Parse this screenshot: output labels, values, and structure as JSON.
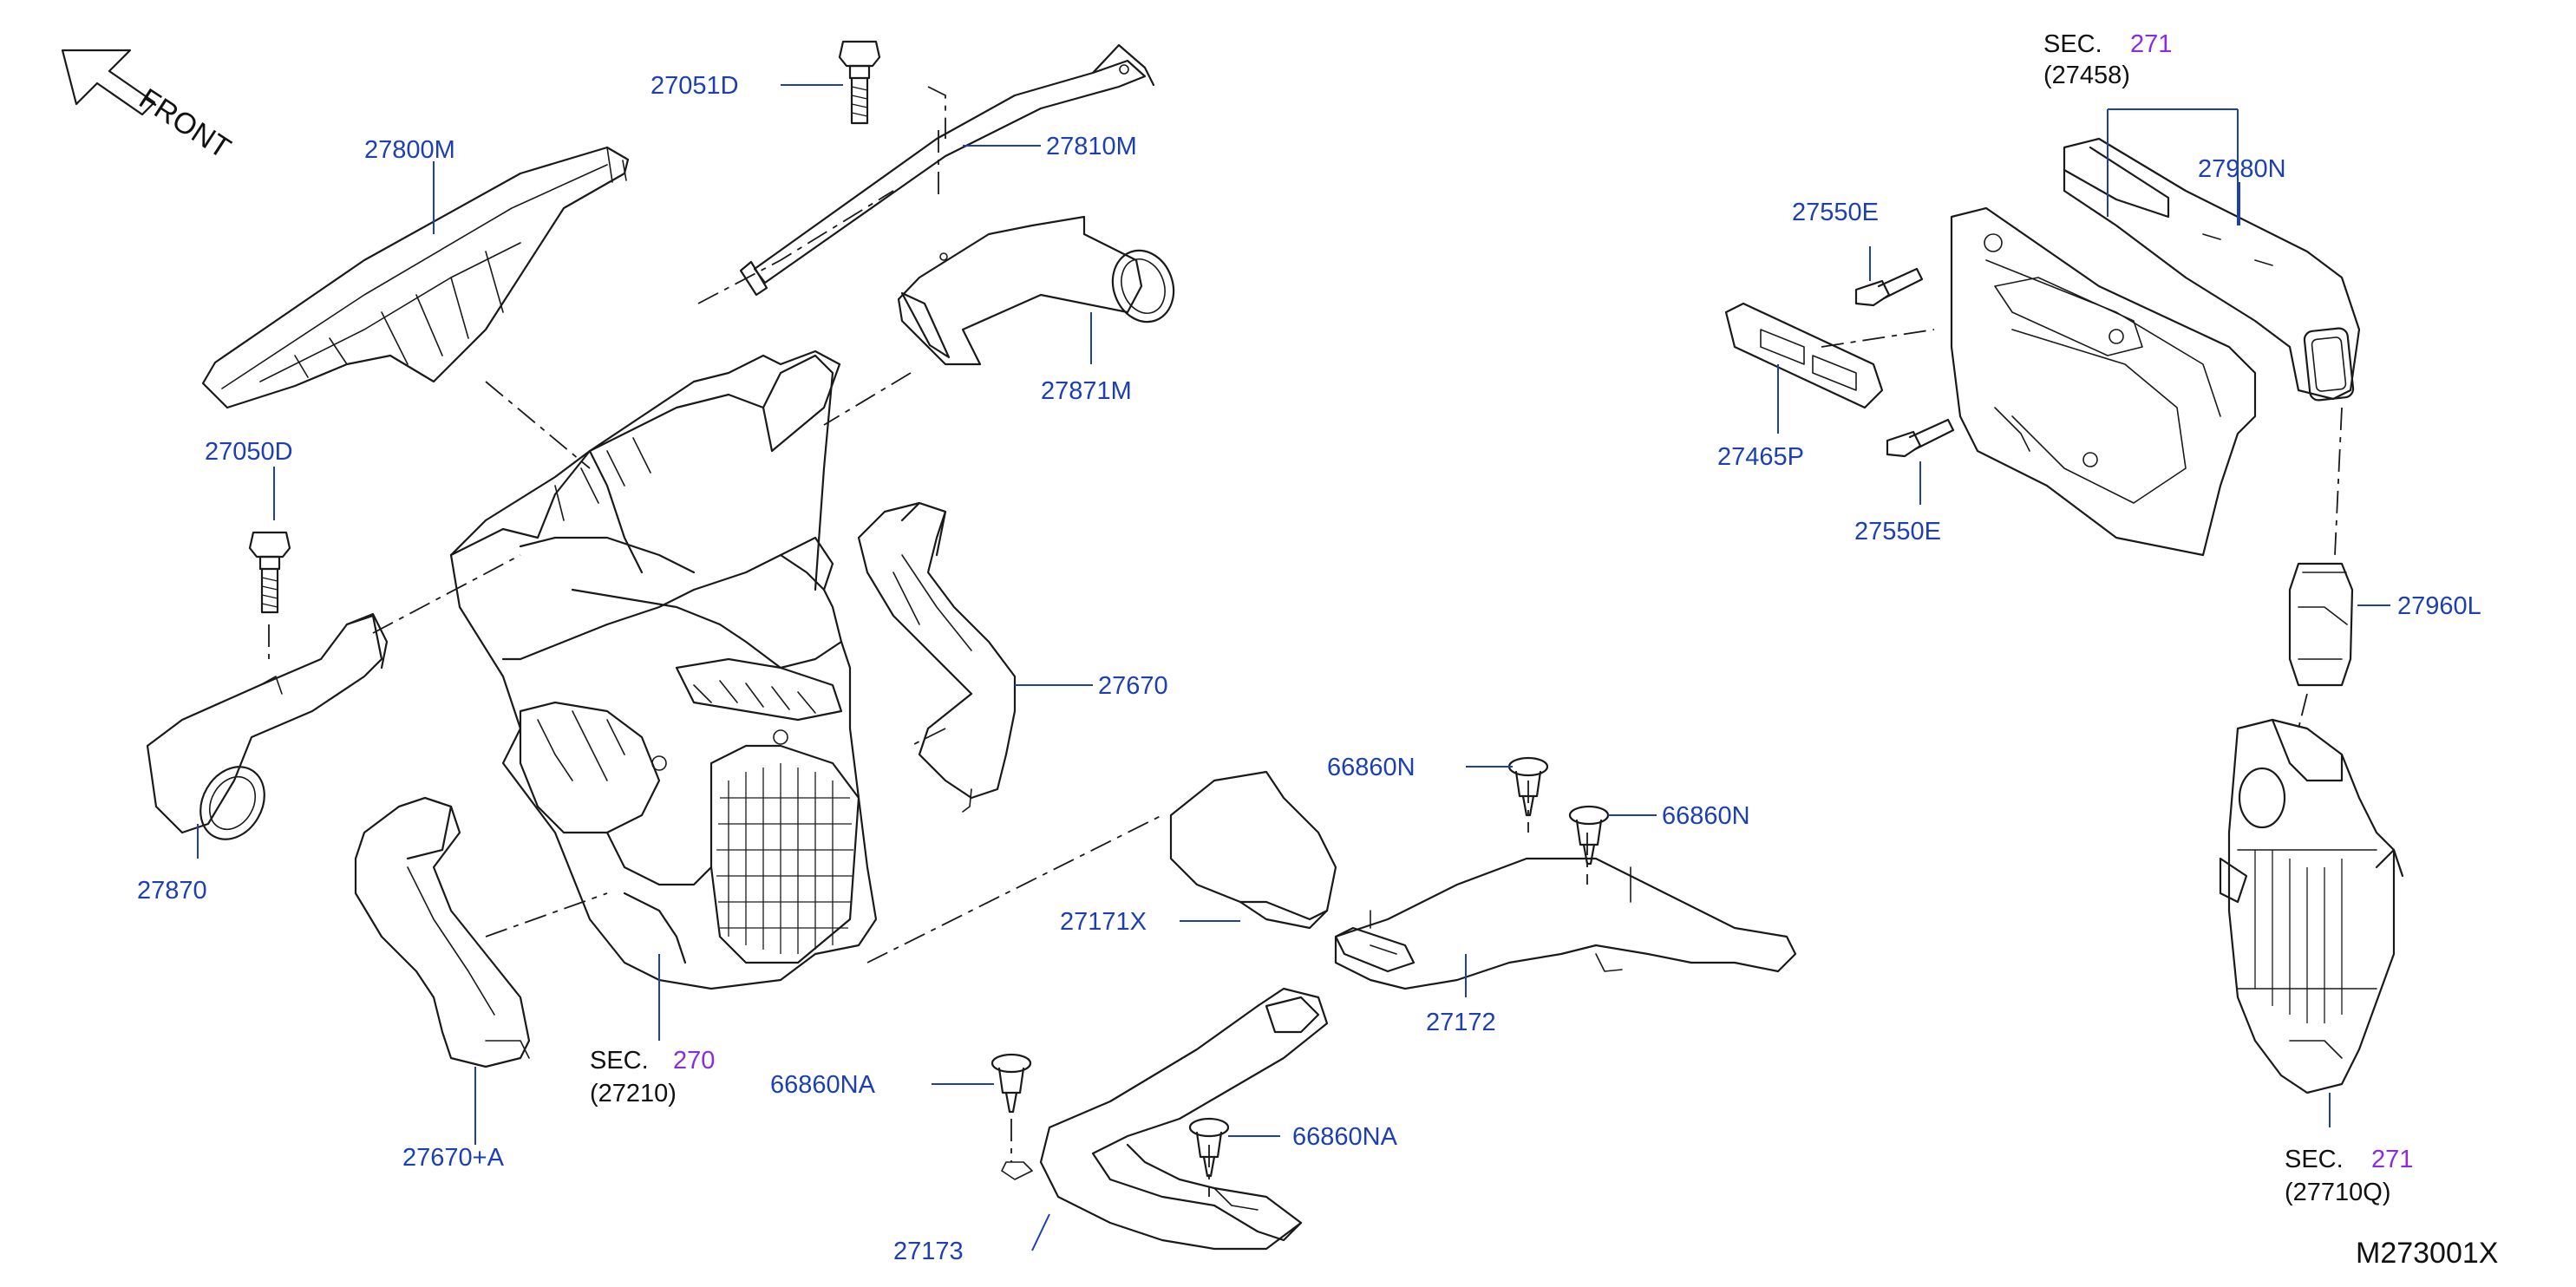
{
  "colors": {
    "callout": "#1c3fb3",
    "section_number": "#8a2be2",
    "line": "#1a1a1a",
    "background": "#ffffff"
  },
  "orientation": {
    "label": "FRONT"
  },
  "drawing_code": "M273001X",
  "callouts": {
    "p27051D": "27051D",
    "p27800M": "27800M",
    "p27810M": "27810M",
    "p27871M": "27871M",
    "p27050D": "27050D",
    "p27670": "27670",
    "p27870": "27870",
    "p27670A": "27670+A",
    "p66860N_a": "66860N",
    "p66860N_b": "66860N",
    "p27171X": "27171X",
    "p27172": "27172",
    "p66860NA_a": "66860NA",
    "p66860NA_b": "66860NA",
    "p27173": "27173",
    "p27550E_a": "27550E",
    "p27550E_b": "27550E",
    "p27980N": "27980N",
    "p27465P": "27465P",
    "p27960L": "27960L"
  },
  "sections": {
    "heater": {
      "word": "SEC.",
      "number": "270",
      "ref": "(27210)"
    },
    "upper_right": {
      "word": "SEC.",
      "number": "271",
      "ref": "(27458)"
    },
    "lower_right": {
      "word": "SEC.",
      "number": "271",
      "ref": "(27710Q)"
    }
  }
}
